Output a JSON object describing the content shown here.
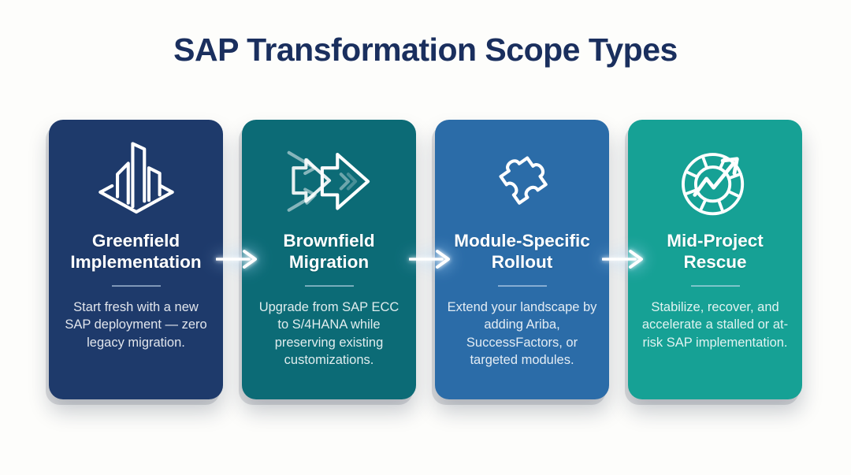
{
  "page": {
    "title": "SAP Transformation Scope Types",
    "background_color": "#fdfdfb",
    "title_color": "#1a2f5e",
    "connector_color": "#ffffff"
  },
  "cards": [
    {
      "id": "greenfield-implementation",
      "icon": "building-on-platform-icon",
      "title_line1": "Greenfield",
      "title_line2": "Implementation",
      "description": "Start fresh with a new SAP deployment — zero legacy migration.",
      "color": "#1e3a6b"
    },
    {
      "id": "brownfield-migration",
      "icon": "fast-forward-arrows-icon",
      "title_line1": "Brownfield",
      "title_line2": "Migration",
      "description": "Upgrade from SAP ECC to S/4HANA while preserving existing customizations.",
      "color": "#0c6b76"
    },
    {
      "id": "module-specific-rollout",
      "icon": "puzzle-piece-icon",
      "title_line1": "Module-Specific",
      "title_line2": "Rollout",
      "description": "Extend your landscape by adding Ariba, SuccessFactors, or targeted modules.",
      "color": "#2b6ca8"
    },
    {
      "id": "mid-project-rescue",
      "icon": "lifebuoy-trend-arrow-icon",
      "title_line1": "Mid-Project",
      "title_line2": "Rescue",
      "description": "Stabilize, recover, and accelerate a stalled or at-risk SAP implementation.",
      "color": "#16a195"
    }
  ]
}
